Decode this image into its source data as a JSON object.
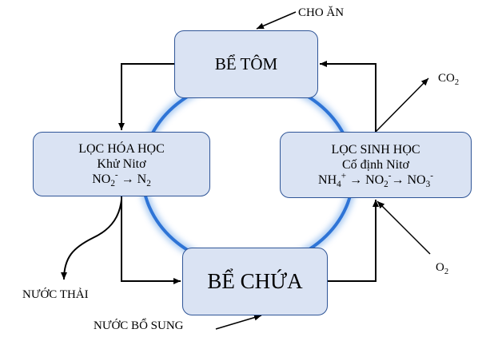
{
  "nodes": {
    "tank": {
      "line1": "BỂ TÔM"
    },
    "chemical_filter": {
      "line1": "LỌC HÓA HỌC",
      "line2": "Khử Nitơ",
      "f_a": "NO",
      "f_a_sub": "2",
      "f_a_sup": "-",
      "f_arrow": " → ",
      "f_b": "N",
      "f_b_sub": "2"
    },
    "biological_filter": {
      "line1": "LỌC SINH HỌC",
      "line2": "Cố định Nitơ",
      "f_a": "NH",
      "f_a_sub": "4",
      "f_a_sup": "+",
      "f_arrow1": " → ",
      "f_b": "NO",
      "f_b_sub": "2",
      "f_b_sup": "-",
      "f_arrow2": "→ ",
      "f_c": "NO",
      "f_c_sub": "3",
      "f_c_sup": "-"
    },
    "reservoir": {
      "line1": "BỂ CHỨA"
    }
  },
  "external_labels": {
    "feed": "CHO ĂN",
    "co2": "CO",
    "co2_sub": "2",
    "o2": "O",
    "o2_sub": "2",
    "waste_water": "NƯỚC THẢI",
    "supply_water": "NƯỚC BỔ SUNG"
  },
  "colors": {
    "box_fill": "#dae3f3",
    "box_border": "#2f5597",
    "ring": "#2e74d6",
    "ring_glow": "#9dc3f0",
    "arrow": "#000000"
  }
}
